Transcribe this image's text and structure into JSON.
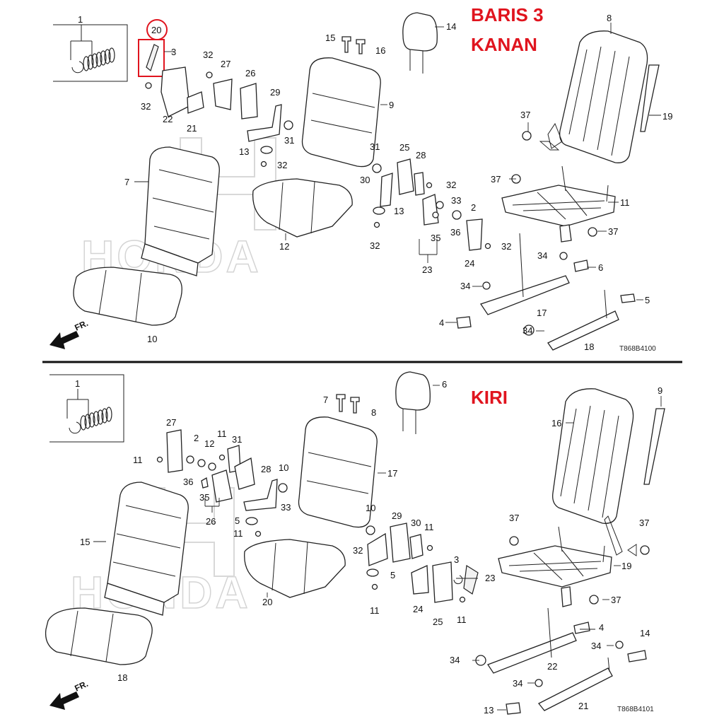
{
  "top_diagram": {
    "title_line1": "BARIS 3",
    "title_line2": "KANAN",
    "code": "T868B4100",
    "fr": "FR.",
    "watermark": "HONDA",
    "highlight_color": "#e0141e",
    "callouts": [
      {
        "id": "t1",
        "text": "1"
      },
      {
        "id": "t20",
        "text": "20"
      },
      {
        "id": "t3",
        "text": "3"
      },
      {
        "id": "t32a",
        "text": "32"
      },
      {
        "id": "t27",
        "text": "27"
      },
      {
        "id": "t26",
        "text": "26"
      },
      {
        "id": "t32b",
        "text": "32"
      },
      {
        "id": "t22",
        "text": "22"
      },
      {
        "id": "t21",
        "text": "21"
      },
      {
        "id": "t15",
        "text": "15"
      },
      {
        "id": "t16",
        "text": "16"
      },
      {
        "id": "t14",
        "text": "14"
      },
      {
        "id": "t8",
        "text": "8"
      },
      {
        "id": "t9",
        "text": "9"
      },
      {
        "id": "t29",
        "text": "29"
      },
      {
        "id": "t31a",
        "text": "31"
      },
      {
        "id": "t13a",
        "text": "13"
      },
      {
        "id": "t32c",
        "text": "32"
      },
      {
        "id": "t7",
        "text": "7"
      },
      {
        "id": "t31b",
        "text": "31"
      },
      {
        "id": "t25",
        "text": "25"
      },
      {
        "id": "t28",
        "text": "28"
      },
      {
        "id": "t30",
        "text": "30"
      },
      {
        "id": "t32d",
        "text": "32"
      },
      {
        "id": "t33",
        "text": "33"
      },
      {
        "id": "t2",
        "text": "2"
      },
      {
        "id": "t13b",
        "text": "13"
      },
      {
        "id": "t36",
        "text": "36"
      },
      {
        "id": "t35",
        "text": "35"
      },
      {
        "id": "t32e",
        "text": "32"
      },
      {
        "id": "t12",
        "text": "12"
      },
      {
        "id": "t32f",
        "text": "32"
      },
      {
        "id": "t23",
        "text": "23"
      },
      {
        "id": "t24",
        "text": "24"
      },
      {
        "id": "t37a",
        "text": "37"
      },
      {
        "id": "t19",
        "text": "19"
      },
      {
        "id": "t37b",
        "text": "37"
      },
      {
        "id": "t11",
        "text": "11"
      },
      {
        "id": "t37c",
        "text": "37"
      },
      {
        "id": "t34a",
        "text": "34"
      },
      {
        "id": "t6",
        "text": "6"
      },
      {
        "id": "t34b",
        "text": "34"
      },
      {
        "id": "t17",
        "text": "17"
      },
      {
        "id": "t5",
        "text": "5"
      },
      {
        "id": "t4",
        "text": "4"
      },
      {
        "id": "t10",
        "text": "10"
      },
      {
        "id": "t34c",
        "text": "34"
      },
      {
        "id": "t18",
        "text": "18"
      }
    ]
  },
  "bottom_diagram": {
    "title": "KIRI",
    "code": "T868B4101",
    "fr": "FR.",
    "watermark": "HONDA",
    "callouts": [
      {
        "id": "b1",
        "text": "1"
      },
      {
        "id": "b27",
        "text": "27"
      },
      {
        "id": "b2",
        "text": "2"
      },
      {
        "id": "b12",
        "text": "12"
      },
      {
        "id": "b11a",
        "text": "11"
      },
      {
        "id": "b31",
        "text": "31"
      },
      {
        "id": "b11b",
        "text": "11"
      },
      {
        "id": "b36",
        "text": "36"
      },
      {
        "id": "b28",
        "text": "28"
      },
      {
        "id": "b35",
        "text": "35"
      },
      {
        "id": "b26",
        "text": "26"
      },
      {
        "id": "b7",
        "text": "7"
      },
      {
        "id": "b8",
        "text": "8"
      },
      {
        "id": "b6",
        "text": "6"
      },
      {
        "id": "b10a",
        "text": "10"
      },
      {
        "id": "b33",
        "text": "33"
      },
      {
        "id": "b5a",
        "text": "5"
      },
      {
        "id": "b11c",
        "text": "11"
      },
      {
        "id": "b17",
        "text": "17"
      },
      {
        "id": "b15",
        "text": "15"
      },
      {
        "id": "b16",
        "text": "16"
      },
      {
        "id": "b9",
        "text": "9"
      },
      {
        "id": "b10b",
        "text": "10"
      },
      {
        "id": "b29",
        "text": "29"
      },
      {
        "id": "b30",
        "text": "30"
      },
      {
        "id": "b11d",
        "text": "11"
      },
      {
        "id": "b32",
        "text": "32"
      },
      {
        "id": "b20",
        "text": "20"
      },
      {
        "id": "b5b",
        "text": "5"
      },
      {
        "id": "b11e",
        "text": "11"
      },
      {
        "id": "b24",
        "text": "24"
      },
      {
        "id": "b3",
        "text": "3"
      },
      {
        "id": "b23",
        "text": "23"
      },
      {
        "id": "b25",
        "text": "25"
      },
      {
        "id": "b11f",
        "text": "11"
      },
      {
        "id": "b37a",
        "text": "37"
      },
      {
        "id": "b37b",
        "text": "37"
      },
      {
        "id": "b19",
        "text": "19"
      },
      {
        "id": "b37c",
        "text": "37"
      },
      {
        "id": "b4",
        "text": "4"
      },
      {
        "id": "b14",
        "text": "14"
      },
      {
        "id": "b34a",
        "text": "34"
      },
      {
        "id": "b34b",
        "text": "34"
      },
      {
        "id": "b22",
        "text": "22"
      },
      {
        "id": "b34c",
        "text": "34"
      },
      {
        "id": "b18",
        "text": "18"
      },
      {
        "id": "b21",
        "text": "21"
      },
      {
        "id": "b13",
        "text": "13"
      }
    ]
  }
}
